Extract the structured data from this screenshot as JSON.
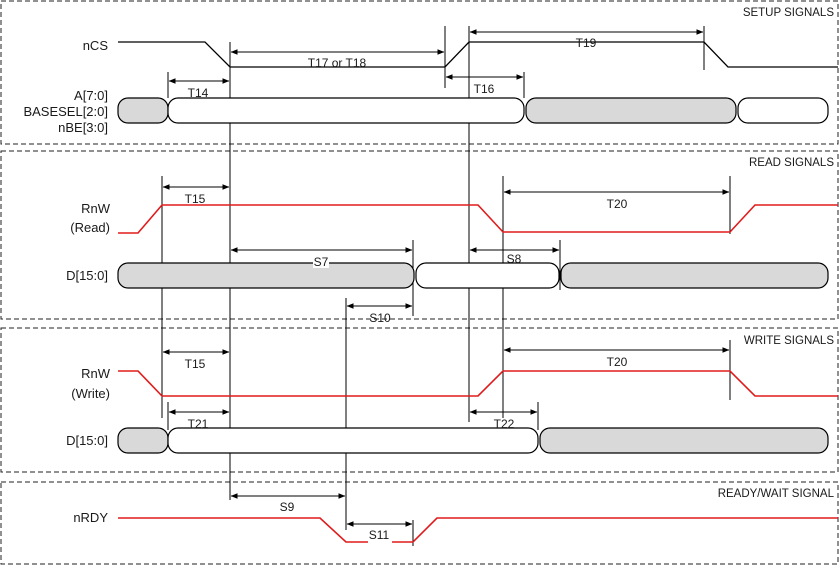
{
  "sections": {
    "setup": "SETUP SIGNALS",
    "read": "READ SIGNALS",
    "write": "WRITE SIGNALS",
    "ready": "READY/WAIT SIGNAL"
  },
  "signals": {
    "ncs": "nCS",
    "addr_line1": "A[7:0]",
    "addr_line2": "BASESEL[2:0]",
    "addr_line3": "nBE[3:0]",
    "rnw_read_line1": "RnW",
    "rnw_read_line2": "(Read)",
    "d_read": "D[15:0]",
    "rnw_write_line1": "RnW",
    "rnw_write_line2": "(Write)",
    "d_write": "D[15:0]",
    "nrdy": "nRDY"
  },
  "timings": {
    "t17_t18": "T17 or T18",
    "t19": "T19",
    "t14": "T14",
    "t16": "T16",
    "t15_read": "T15",
    "t20_read": "T20",
    "s7": "S7",
    "s8": "S8",
    "s10": "S10",
    "t15_write": "T15",
    "t20_write": "T20",
    "t21": "T21",
    "t22": "T22",
    "s9": "S9",
    "s11": "S11"
  },
  "colors": {
    "active_signal": "#e01a1a",
    "bus_invalid_fill": "#d9d9d9",
    "bus_valid_fill": "#ffffff"
  }
}
